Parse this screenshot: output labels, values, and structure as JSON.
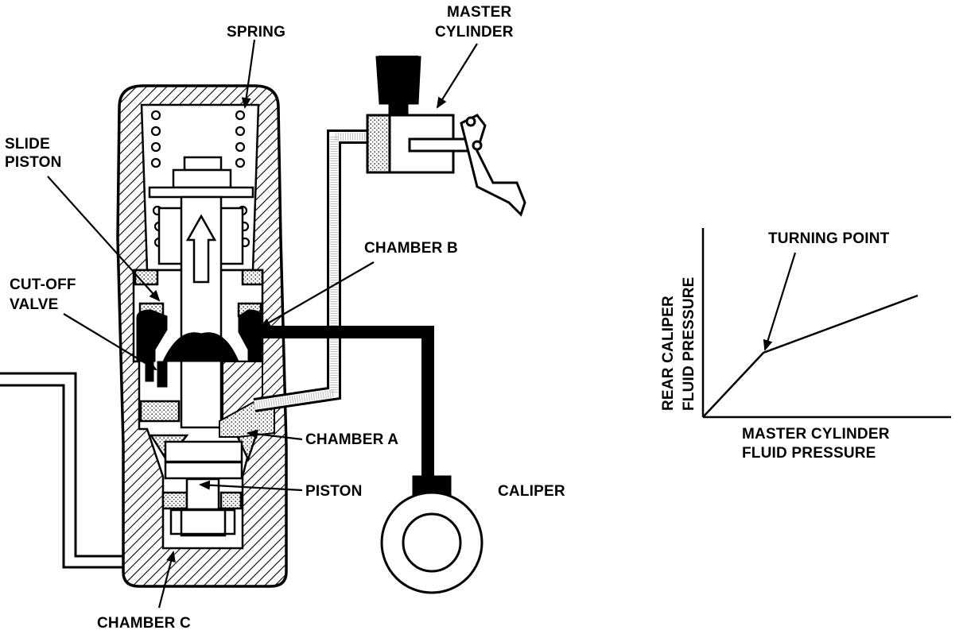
{
  "labels": {
    "spring": "SPRING",
    "master_cylinder_line1": "MASTER",
    "master_cylinder_line2": "CYLINDER",
    "slide_piston_line1": "SLIDE",
    "slide_piston_line2": "PISTON",
    "cut_off_valve_line1": "CUT-OFF",
    "cut_off_valve_line2": "VALVE",
    "chamber_b": "CHAMBER B",
    "chamber_a": "CHAMBER A",
    "piston": "PISTON",
    "caliper": "CALIPER",
    "chamber_c": "CHAMBER C"
  },
  "graph": {
    "annotation": "TURNING POINT",
    "y_label_line1": "REAR CALIPER",
    "y_label_line2": "FLUID PRESSURE",
    "x_label_line1": "MASTER CYLINDER",
    "x_label_line2": "FLUID PRESSURE"
  }
}
